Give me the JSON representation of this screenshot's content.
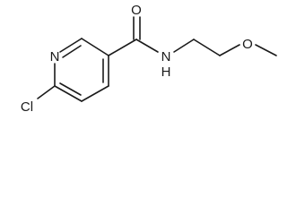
{
  "atoms": {
    "n_ring": "N",
    "cl": "Cl",
    "o_carbonyl": "O",
    "nh_amide": "N",
    "h_amide": "H",
    "o_ether": "O"
  },
  "colors": {
    "ink": "#1a1a1a",
    "background": "#ffffff"
  }
}
